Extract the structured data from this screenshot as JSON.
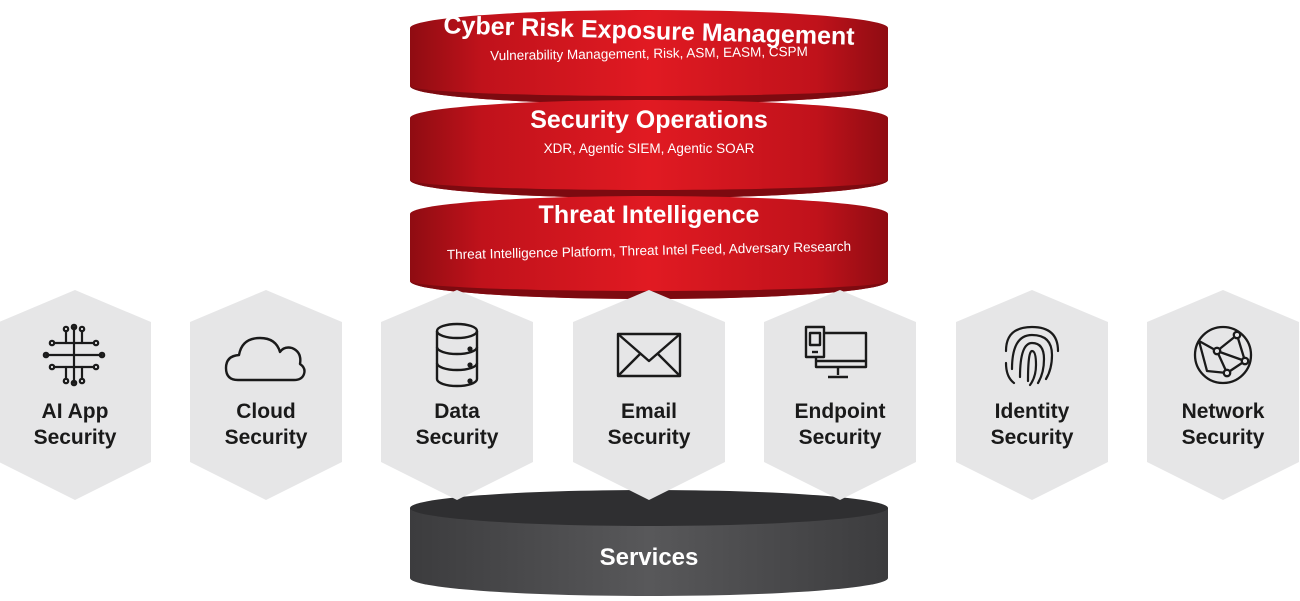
{
  "layers": [
    {
      "title": "Cyber Risk Exposure Management",
      "subtitle": "Vulnerability Management, Risk, ASM, EASM, CSPM"
    },
    {
      "title": "Security Operations",
      "subtitle": "XDR, Agentic SIEM, Agentic SOAR"
    },
    {
      "title": "Threat Intelligence",
      "subtitle": "Threat Intelligence Platform, Threat Intel Feed, Adversary Research"
    }
  ],
  "shields": [
    {
      "line1": "AI App",
      "line2": "Security",
      "icon": "ai-circuit-icon"
    },
    {
      "line1": "Cloud",
      "line2": "Security",
      "icon": "cloud-icon"
    },
    {
      "line1": "Data",
      "line2": "Security",
      "icon": "database-icon"
    },
    {
      "line1": "Email",
      "line2": "Security",
      "icon": "envelope-icon"
    },
    {
      "line1": "Endpoint",
      "line2": "Security",
      "icon": "devices-icon"
    },
    {
      "line1": "Identity",
      "line2": "Security",
      "icon": "fingerprint-icon"
    },
    {
      "line1": "Network",
      "line2": "Security",
      "icon": "network-globe-icon"
    }
  ],
  "base": {
    "label": "Services"
  },
  "colors": {
    "layer_red": "#d7141e",
    "layer_red_dark": "#9e0d14",
    "shield_gray": "#e6e6e7",
    "base_gray": "#4a4a4c",
    "base_top": "#3a3a3c"
  }
}
